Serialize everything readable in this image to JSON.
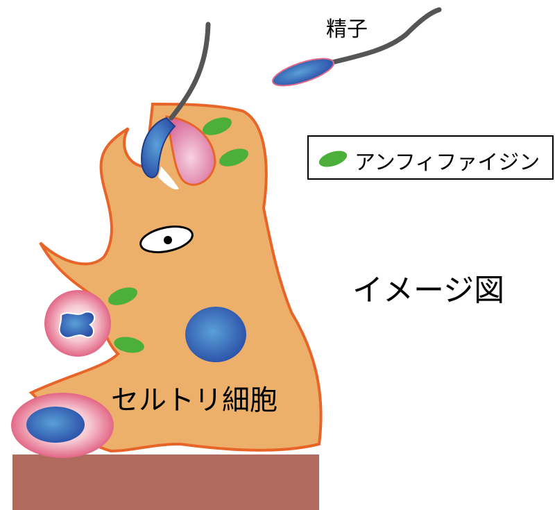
{
  "labels": {
    "sperm": "精子",
    "sertoli_cell": "セルトリ細胞",
    "image_caption": "イメージ図"
  },
  "legend": {
    "item_label": "アンフィファイジン",
    "item_icon": "green-ellipse-icon"
  },
  "colors": {
    "cell_body": "#ecb06a",
    "cell_outline": "#e8652a",
    "nucleus": "#3f6fb8",
    "amphiphysin": "#4caf3a",
    "pink_cell": "#e46a8a",
    "basement": "#b06a5e",
    "sperm_tail": "#555555"
  }
}
